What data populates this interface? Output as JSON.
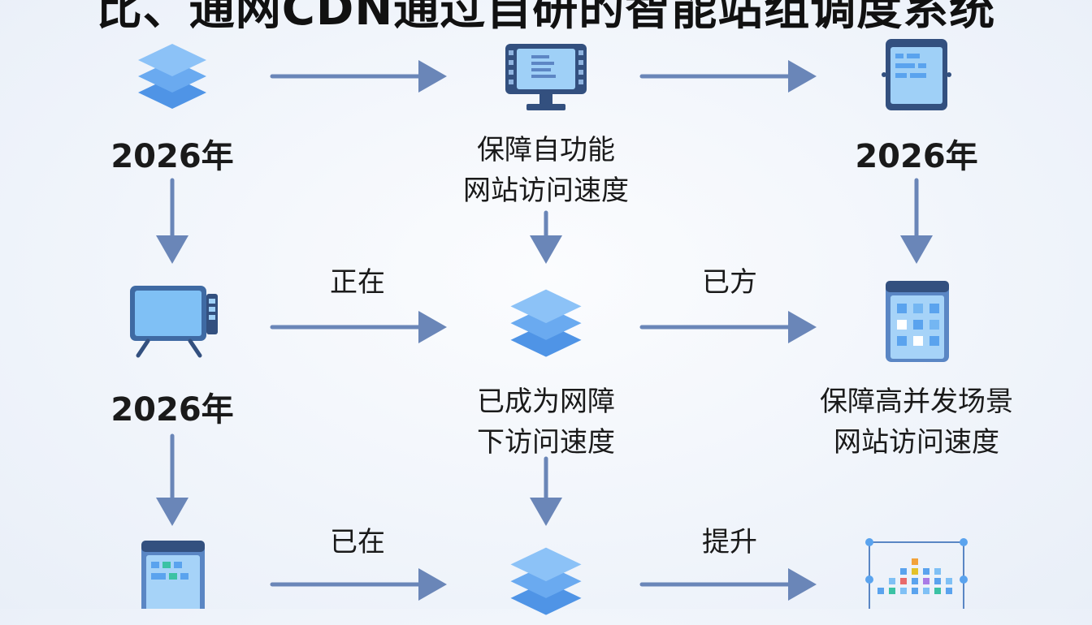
{
  "title": "比、通网CDN通过自研的智能站组调度系统",
  "nodes": {
    "r1c1": {
      "label": "2026年",
      "icon": "layers-icon"
    },
    "r1c2": {
      "label1": "保障自功能",
      "label2": "网站访问速度",
      "icon": "monitor-icon"
    },
    "r1c3": {
      "label": "2026年",
      "icon": "tablet-icon"
    },
    "r2c1": {
      "label": "2026年",
      "icon": "tv-icon"
    },
    "r2c2": {
      "label1": "已成为网障",
      "label2": "下访问速度",
      "icon": "layers-icon"
    },
    "r2c3": {
      "label1": "保障高并发场景",
      "label2": "网站访问速度",
      "icon": "tablet-grid-icon"
    },
    "r3c1": {
      "icon": "window-icon"
    },
    "r3c2": {
      "icon": "layers-icon"
    },
    "r3c3": {
      "icon": "selection-grid-icon"
    }
  },
  "edges": {
    "r2_left": "正在",
    "r2_right": "已方",
    "r3_left": "已在",
    "r3_right": "提升"
  },
  "colors": {
    "arrow": "#6a86b8",
    "icon_blue": "#5aa3ee",
    "icon_dark": "#33507f"
  }
}
